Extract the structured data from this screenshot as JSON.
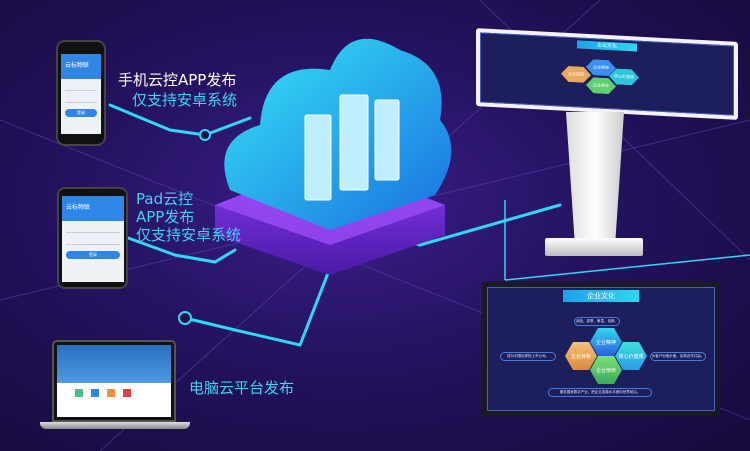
{
  "captions": {
    "phone_line1": "手机云控APP发布",
    "phone_line2": "仅支持安卓系统",
    "pad_line1": "Pad云控",
    "pad_line2": "APP发布",
    "pad_line3": "仅支持安卓系统",
    "pc": "电脑云平台发布"
  },
  "app": {
    "title": "云标物联",
    "login": "登录"
  },
  "wall_display": {
    "title": "企业文化",
    "hexes": [
      "企业精神",
      "企业目标",
      "核心价值观",
      "企业使命"
    ],
    "notes": [
      "诚信、感恩、敬畏、创新。",
      "成为中国优秀的上市公司。",
      "为客户创造价值，实现合作共赢。",
      "服务国家数字产业，把企业发展水平做向世界前沿。"
    ]
  },
  "colors": {
    "accent": "#3fd4f0",
    "bg": "#24125f",
    "platform": "#7a2ee0"
  }
}
